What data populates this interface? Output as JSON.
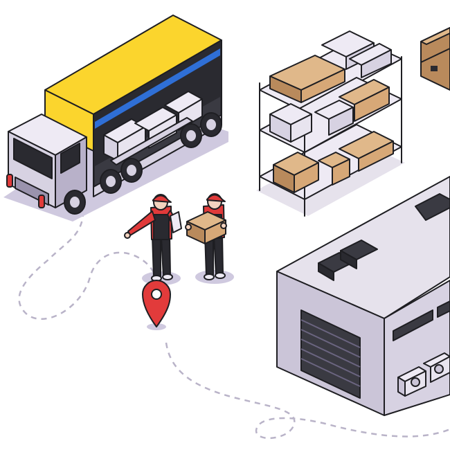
{
  "scene": {
    "kind": "isometric logistics illustration",
    "text_content": []
  },
  "palette": {
    "outline": "#1e1e22",
    "truck_cargo_yellow": "#fbd52d",
    "truck_stripe_blue": "#2f6fd6",
    "cab_lavender": "#d7d2e2",
    "cab_lavender_shade": "#b8b1c9",
    "shadow_lavender": "#cfc9df",
    "cardboard": "#d7a877",
    "cardboard_shade": "#b98a5c",
    "uniform_red": "#e03a3a",
    "uniform_black": "#2a2a30",
    "skin": "#f4d3bf",
    "pin_red": "#e23b3b",
    "warehouse_roof": "#e6e2ec",
    "warehouse_wall": "#cbc5d8",
    "route_dash": "#b9b3c8"
  },
  "icons": [
    "map-pin-icon"
  ],
  "elements": [
    "delivery-truck",
    "storage-shelf",
    "stacked-boxes",
    "worker-pointing",
    "worker-carrying-box",
    "location-pin",
    "warehouse-building",
    "dashed-route"
  ]
}
